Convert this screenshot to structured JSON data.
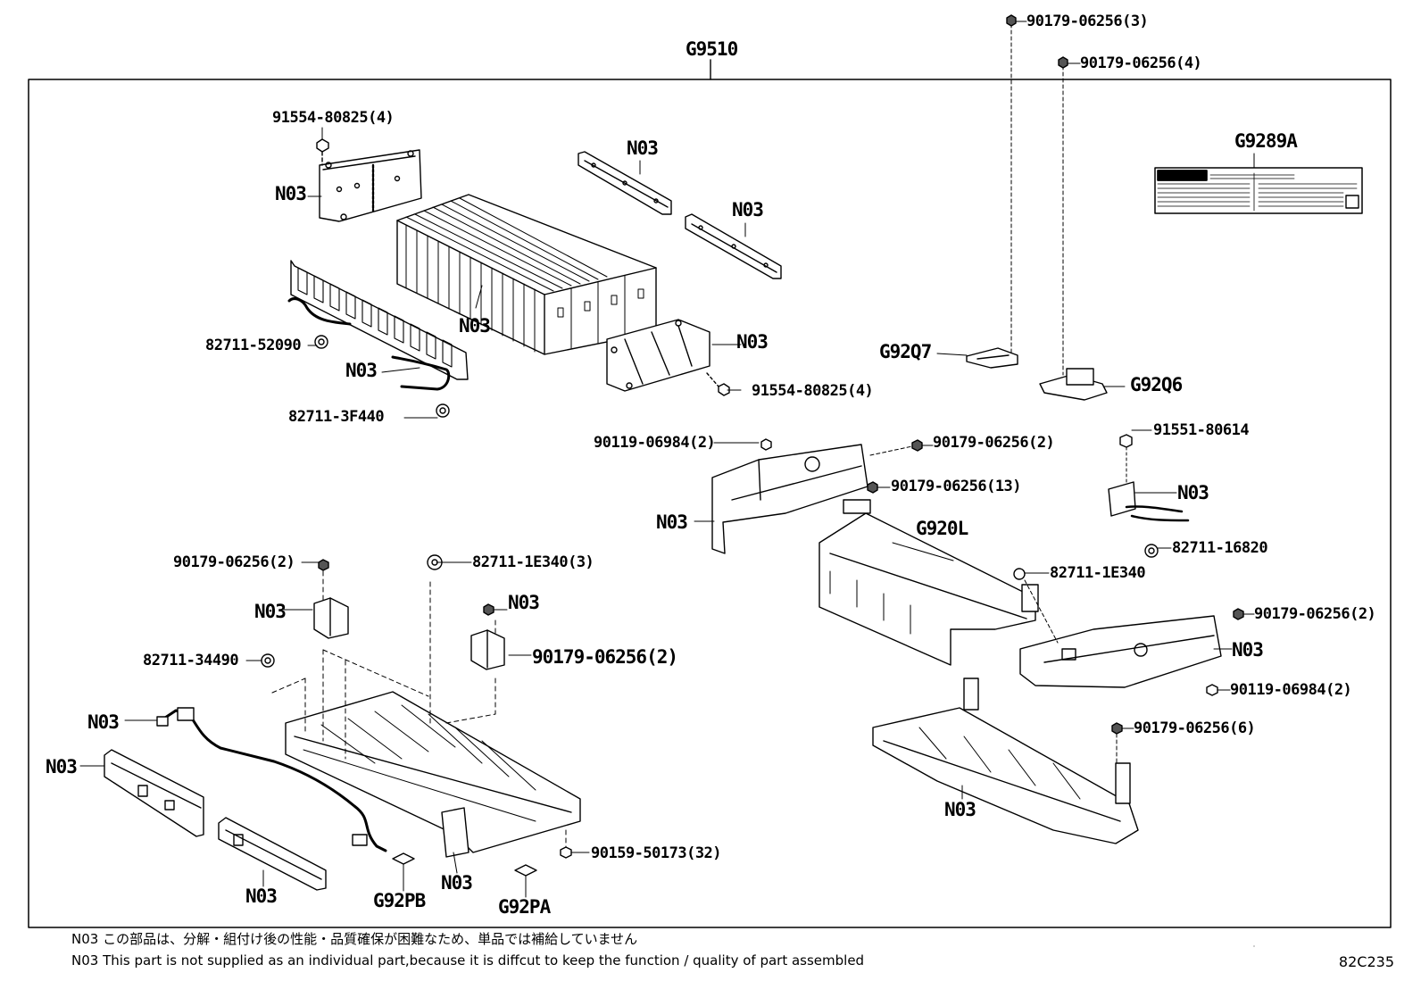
{
  "title": "G9510",
  "labels": {
    "l1": "90179-06256(3)",
    "l2": "90179-06256(4)",
    "l3": "G9289A",
    "l4": "91554-80825(4)",
    "l5": "N03",
    "l6": "N03",
    "l7": "N03",
    "l8": "N03",
    "l9": "82711-52090",
    "l10": "N03",
    "l11": "N03",
    "l12": "82711-3F440",
    "l13": "91554-80825(4)",
    "l14": "G92Q7",
    "l15": "G92Q6",
    "l16": "91551-80614",
    "l17": "90119-06984(2)",
    "l18": "90179-06256(2)",
    "l19": "90179-06256(13)",
    "l20": "N03",
    "l21": "N03",
    "l22": "G920L",
    "l23": "82711-16820",
    "l24": "82711-1E340",
    "l25": "90179-06256(2)",
    "l26": "82711-1E340(3)",
    "l27": "90179-06256(2)",
    "l28": "N03",
    "l29": "N03",
    "l30": "82711-34490",
    "l31": "90179-06256(2)",
    "l32": "N03",
    "l33": "90119-06984(2)",
    "l34": "90179-06256(6)",
    "l35": "N03",
    "l36": "N03",
    "l37": "N03",
    "l38": "90159-50173(32)",
    "l39": "N03",
    "l40": "G92PB",
    "l41": "N03",
    "l42": "G92PA"
  },
  "notes": {
    "jp": "N03 この部品は、分解・組付け後の性能・品質確保が困難なため、単品では補給していません",
    "en": "N03 This part is not supplied as an  individual part,because it is diffcut to keep the function / quality of part assembled"
  },
  "ref_code": "82C235"
}
